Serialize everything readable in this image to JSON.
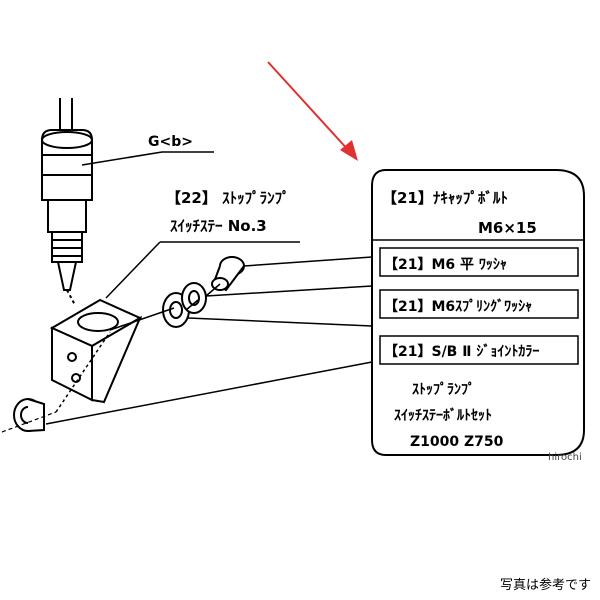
{
  "labels": {
    "g_b": "G<b>",
    "part22_line1": "【22】 ｽﾄｯﾌﾟﾗﾝﾌﾟ",
    "part22_line2": "ｽｲｯﾁｽﾃｰ No.3",
    "bolt_line1": "【21】ﾅｷｬｯﾌﾟﾎﾞﾙﾄ",
    "bolt_line2": "M6×15",
    "flat_washer": "【21】M6 平 ﾜｯｼｬ",
    "spring_washer": "【21】M6ｽﾌﾟﾘﾝｸﾞﾜｯｼｬ",
    "collar": "【21】S/B Ⅱ ｼﾞｮｲﾝﾄｶﾗｰ",
    "set_line1": "ｽﾄｯﾌﾟﾗﾝﾌﾟ",
    "set_line2": "ｽｲｯﾁｽﾃｰﾎﾞﾙﾄｾｯﾄ",
    "set_line3": "Z1000 Z750"
  },
  "watermark": "hirochi",
  "footer_note": "写真は参考です",
  "colors": {
    "arrow": "#e03030",
    "ink": "#000000"
  }
}
